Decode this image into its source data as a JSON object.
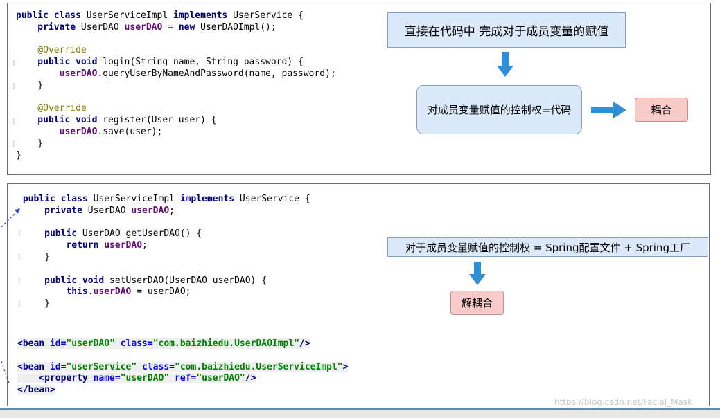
{
  "top": {
    "code": {
      "l1_pub": "public class",
      "l1_name": " UserServiceImpl ",
      "l1_impl": "implements",
      "l1_rest": " UserService {",
      "l2_priv": "    private",
      "l2_type": " UserDAO ",
      "l2_fld": "userDAO",
      "l2_eq": " = ",
      "l2_new": "new",
      "l2_rest": " UserDAOImpl();",
      "l4_ann": "    @Override",
      "l5_kw": "    public void",
      "l5_rest": " login(String name, String password) {",
      "l6_fld": "        userDAO",
      "l6_rest": ".queryUserByNameAndPassword(name, password);",
      "l7": "    }",
      "l9_ann": "    @Override",
      "l10_kw": "    public void",
      "l10_rest": " register(User user) {",
      "l11_fld": "        userDAO",
      "l11_rest": ".save(user);",
      "l12": "    }",
      "l13": "}"
    },
    "box_direct": "直接在代码中 完成对于成员变量的赋值",
    "box_control": "对成员变量赋值的控制权=代码",
    "box_coupling": "耦合"
  },
  "bottom": {
    "code": {
      "l1_pub": " public class",
      "l1_name": " UserServiceImpl ",
      "l1_impl": "implements",
      "l1_rest": " UserService {",
      "l2_priv": "     private",
      "l2_type": " UserDAO ",
      "l2_fld": "userDAO",
      "l2_semi": ";",
      "l4_kw": "     public",
      "l4_rest": " UserDAO getUserDAO() {",
      "l5_ret": "         return",
      "l5_fld": " userDAO",
      "l5_semi": ";",
      "l6": "     }",
      "l8_kw": "     public void",
      "l8_rest": " setUserDAO(UserDAO userDAO) {",
      "l9_this": "         this",
      "l9_dot": ".",
      "l9_fld": "userDAO",
      "l9_rest": " = userDAO;",
      "l10": "     }"
    },
    "xml": {
      "b1_open": "<bean",
      "b1_id_attr": " id=",
      "b1_id_val": "\"userDAO\"",
      "b1_class_attr": " class=",
      "b1_class_val": "\"com.baizhiedu.UserDAOImpl\"",
      "b1_close": "/>",
      "b2_open": "<bean",
      "b2_id_attr": " id=",
      "b2_id_val": "\"userService\"",
      "b2_class_attr": " class=",
      "b2_class_val": "\"com.baizhiedu.UserServiceImpl\"",
      "b2_close": ">",
      "p_open": "    <property",
      "p_name_attr": " name=",
      "p_name_val": "\"userDAO\"",
      "p_ref_attr": " ref=",
      "p_ref_val": "\"userDAO\"",
      "p_close": "/>",
      "end": "</bean>"
    },
    "box_control_spring": "对于成员变量赋值的控制权  = Spring配置文件 + Spring工厂",
    "box_decoupling": "解耦合"
  },
  "watermark": "https://blog.csdn.net/Facial_Mask",
  "colors": {
    "arrow": "#2f8fd6",
    "blue_box": "#dce9fa",
    "pink_box": "#f6cbc9"
  }
}
